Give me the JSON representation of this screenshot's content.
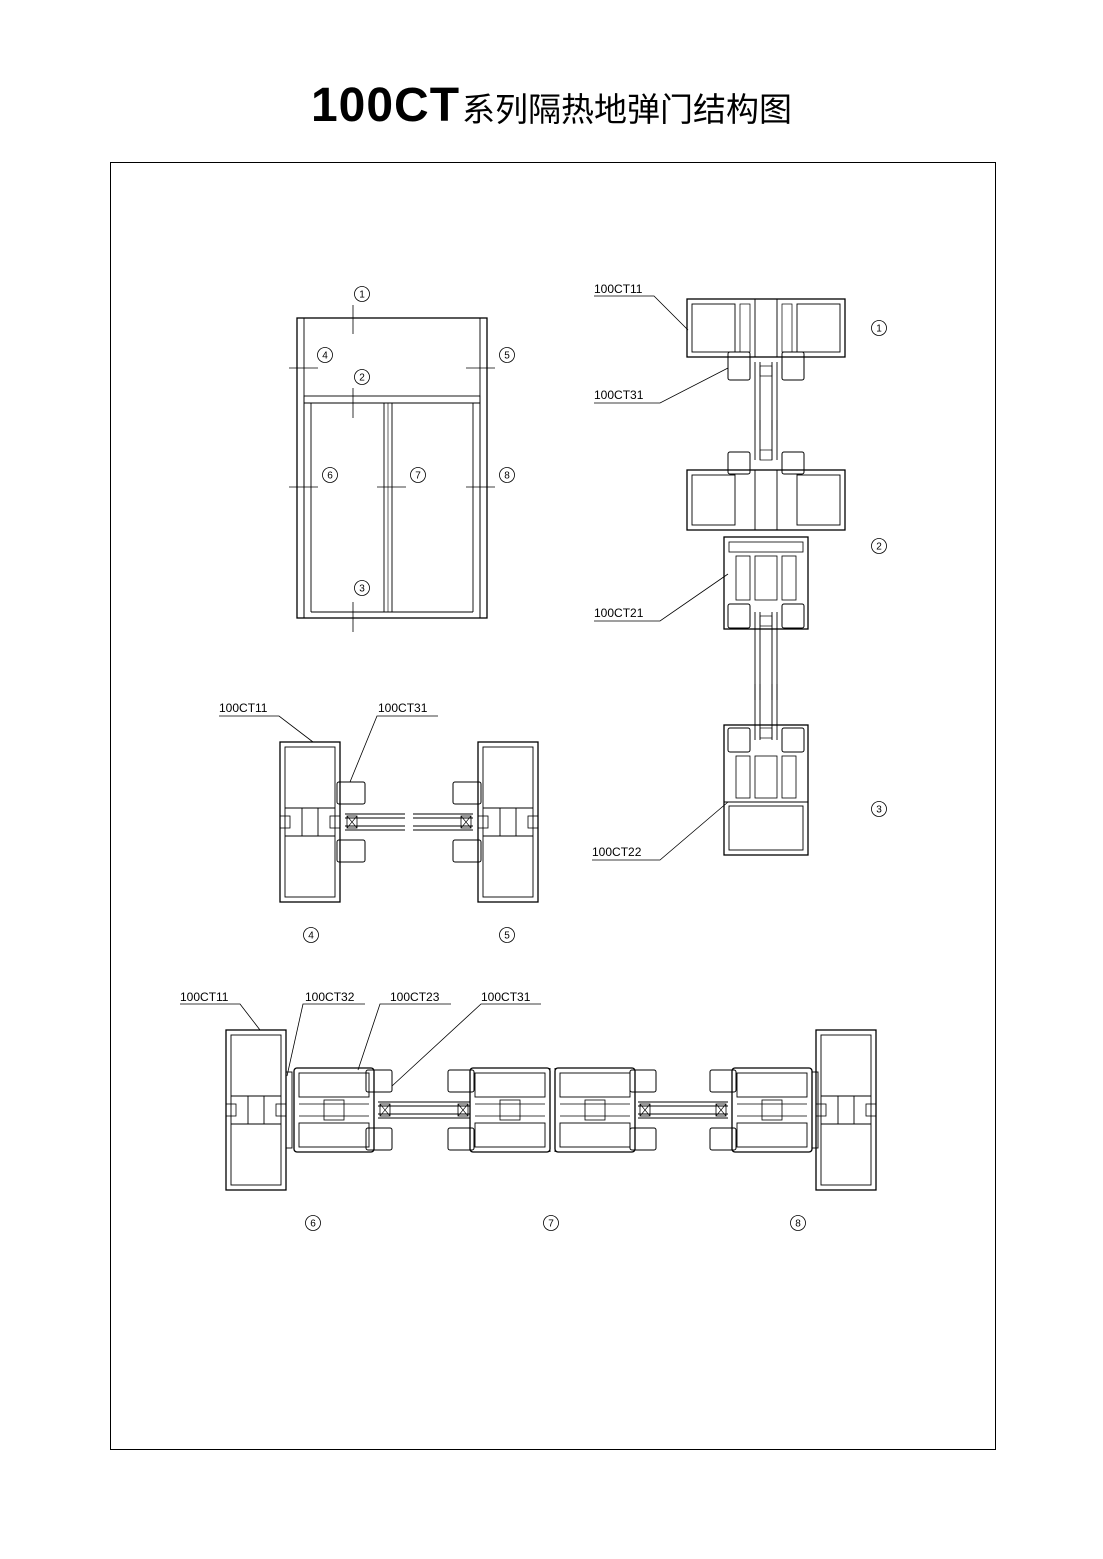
{
  "title": {
    "code": "100CT",
    "name": "系列隔热地弹门结构图"
  },
  "section_markers": [
    "1",
    "2",
    "3",
    "4",
    "5",
    "6",
    "7",
    "8"
  ],
  "part_labels": {
    "frame": "100CT11",
    "glazing_bead": "100CT31",
    "transom": "100CT21",
    "bottom_rail": "100CT22",
    "leaf_stile": "100CT32",
    "leaf_profile": "100CT23"
  },
  "views": {
    "vertical_section_labels": [
      "100CT11",
      "100CT31",
      "100CT21",
      "100CT22"
    ],
    "side_jamb_labels": [
      "100CT11",
      "100CT31"
    ],
    "horizontal_section_labels": [
      "100CT11",
      "100CT32",
      "100CT23",
      "100CT31"
    ]
  }
}
